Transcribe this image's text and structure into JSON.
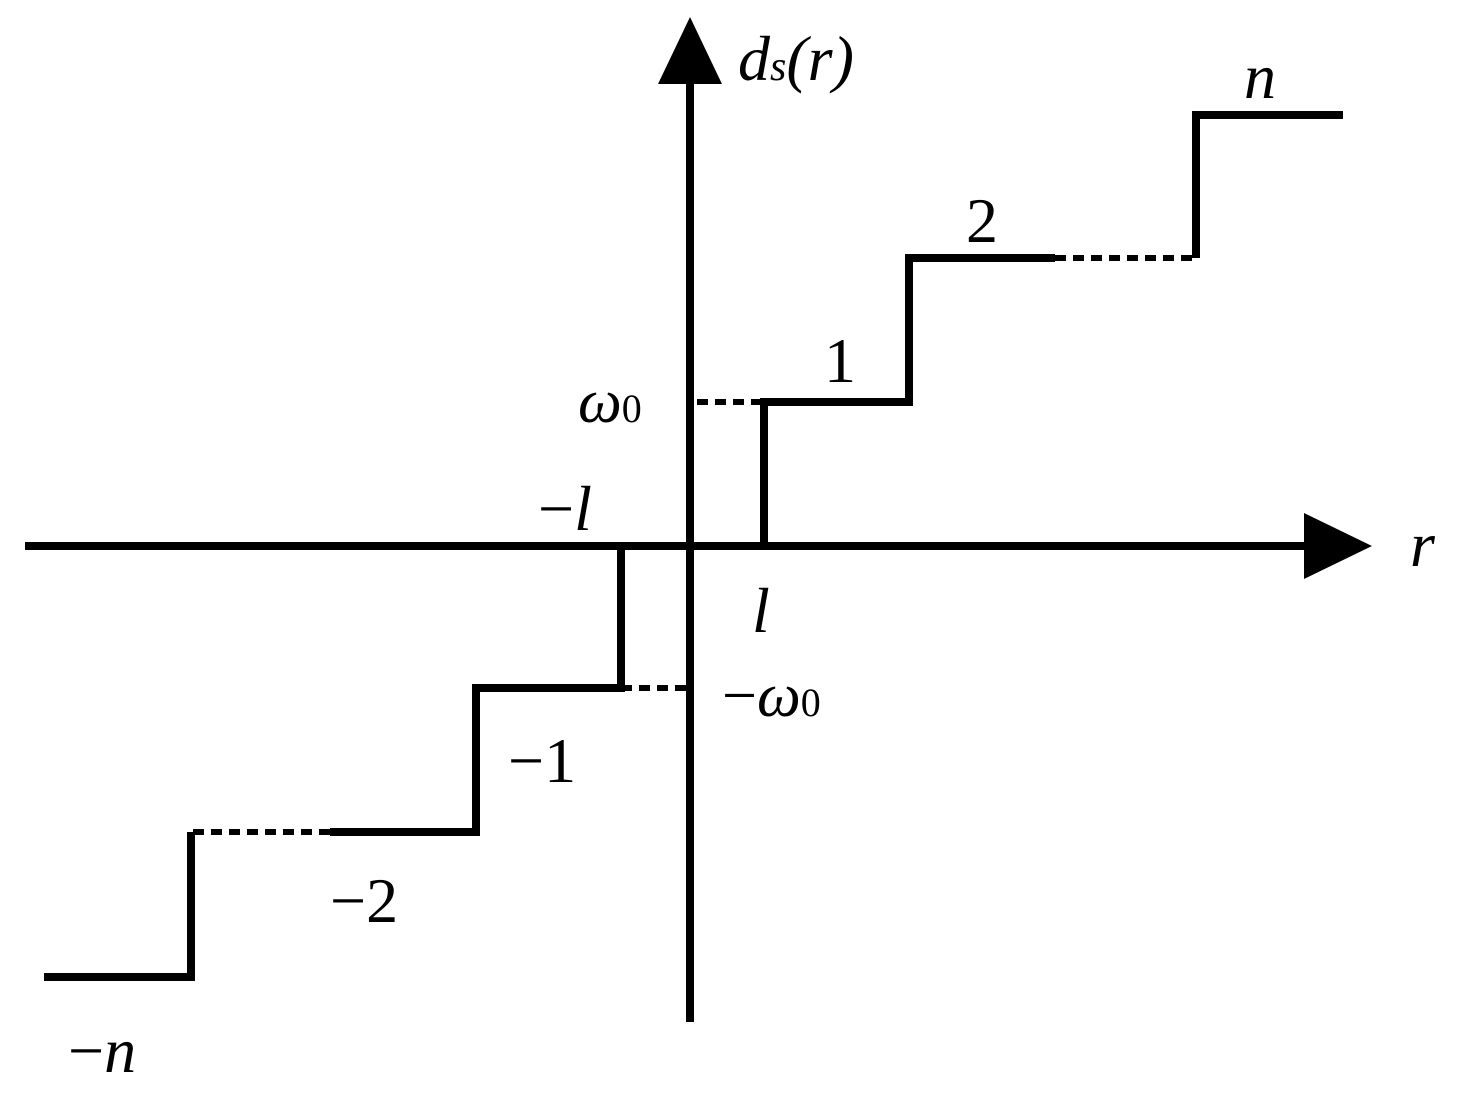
{
  "axes": {
    "y_label_main": "d",
    "y_label_sub": "s",
    "y_label_arg": "(r)",
    "x_label": "r"
  },
  "levels": {
    "omega_pos_sym": "ω",
    "omega_pos_sub": "0",
    "omega_neg_sign": "−",
    "omega_neg_sym": "ω",
    "omega_neg_sub": "0"
  },
  "thresholds": {
    "l_pos": "l",
    "l_neg_sign": "−",
    "l_neg": "l"
  },
  "step_labels": {
    "pos_1": "1",
    "pos_2": "2",
    "pos_n": "n",
    "neg_1": "−1",
    "neg_2": "−2",
    "neg_n_sign": "−",
    "neg_n": "n"
  }
}
